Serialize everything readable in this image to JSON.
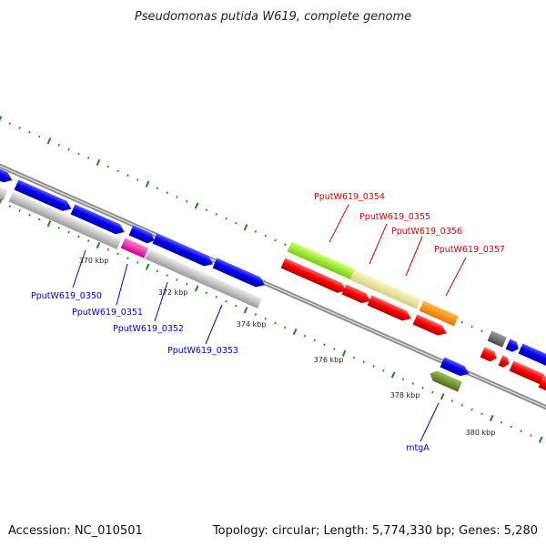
{
  "title": "Pseudomonas putida W619, complete genome",
  "footer": {
    "accession": "Accession: NC_010501",
    "summary": "Topology: circular; Length: 5,774,330 bp; Genes: 5,280"
  },
  "colors": {
    "plus_strand_label": "#0000cc",
    "minus_strand_label": "#dd0000",
    "backbone": "#888888",
    "tick_dots": "#1a8a1a"
  },
  "tick_labels": [
    "370 kbp",
    "372 kbp",
    "374 kbp",
    "376 kbp",
    "378 kbp",
    "380 kbp"
  ],
  "gene_labels": {
    "blue": [
      "PputW619_0350",
      "PputW619_0351",
      "PputW619_0352",
      "PputW619_0353",
      "mtgA"
    ],
    "red": [
      "PputW619_0354",
      "PputW619_0355",
      "PputW619_0356",
      "PputW619_0357"
    ]
  }
}
